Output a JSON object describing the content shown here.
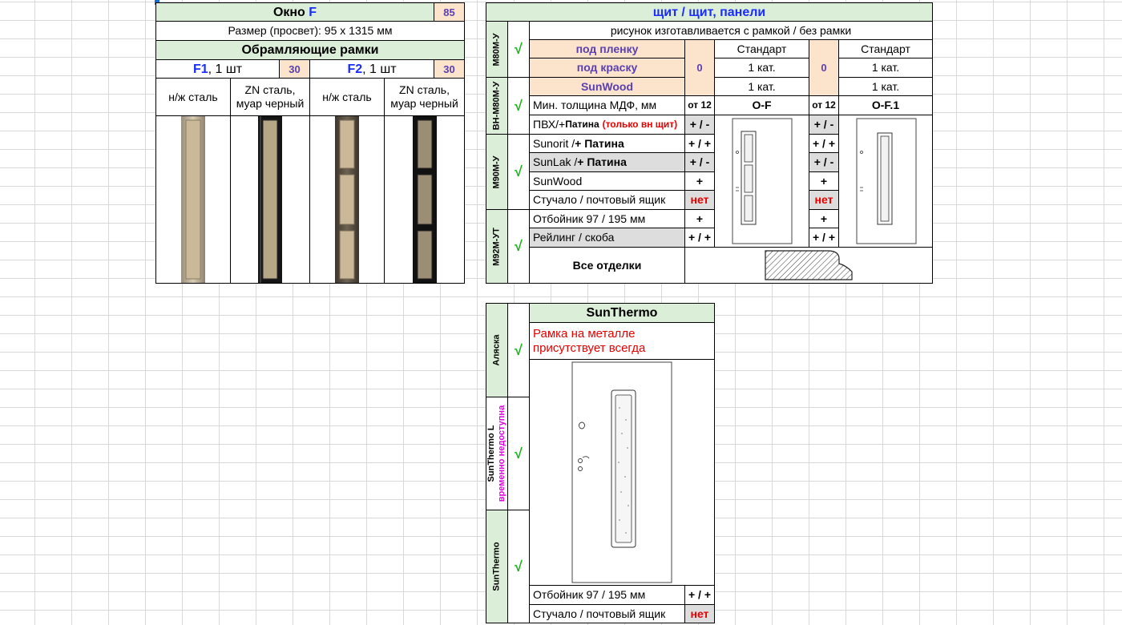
{
  "window_block": {
    "title_prefix": "Окно",
    "title_letter": "F",
    "code": "85",
    "size_label": "Размер (просвет): 95 х 1315 мм",
    "frames_title": "Обрамляющие рамки",
    "f1": {
      "name": "F1",
      "qty": ", 1 шт",
      "code": "30"
    },
    "f2": {
      "name": "F2",
      "qty": ", 1 шт",
      "code": "30"
    },
    "materials": [
      "н/ж сталь",
      "ZN сталь, муар черный",
      "н/ж сталь",
      "ZN сталь, муар черный"
    ]
  },
  "panels_block": {
    "title": "щит / щит,  панели",
    "subtitle": "рисунок изготавливается с рамкой / без рамки",
    "models": [
      "М80М-У",
      "ВН-М80М-У",
      "М90М-У",
      "М92М-УТ"
    ],
    "rows": [
      "под пленку",
      "под краску",
      "SunWood",
      "Мин. толщина МДФ, мм",
      "ПВХ/+ Патина",
      "Sunorit / + Патина",
      "SunLak / + Патина",
      "SunWood",
      "Стучало / почтовый ящик",
      "Отбойник 97 / 195 мм",
      "Рейлинг / скоба"
    ],
    "pvh_prefix": "ПВХ/+ ",
    "pvh_patina": "Патина",
    "pvh_note": "(только вн щит)",
    "sunorit_prefix": "Sunorit / ",
    "sunorit_bold": "+ Патина",
    "sunlak_prefix": "SunLak / ",
    "sunlak_bold": "+ Патина",
    "col_a": {
      "zero": "0",
      "head": [
        "Стандарт",
        "1 кат.",
        "1 кат."
      ],
      "min": "от 12",
      "name": "O-F",
      "vals": [
        "+ / -",
        "+ / +",
        "+ / -",
        "+",
        "нет",
        "+",
        "+ / +"
      ]
    },
    "col_b": {
      "zero": "0",
      "head": [
        "Стандарт",
        "1 кат.",
        "1 кат."
      ],
      "min": "от 12",
      "name": "O-F.1",
      "vals": [
        "+ / -",
        "+ / +",
        "+ / -",
        "+",
        "нет",
        "+",
        "+ / +"
      ]
    },
    "all_finishes": "Все отделки"
  },
  "sunthermo_block": {
    "title": "SunThermo",
    "note": "Рамка на металле присутствует всегда",
    "side": [
      "Аляска",
      "SunThermo L",
      "временно недоступна",
      "SunThermo"
    ],
    "rows": [
      "Отбойник 97 / 195 мм",
      "Стучало / почтовый ящик"
    ],
    "vals": [
      "+ / +",
      "нет"
    ]
  },
  "check_mark": "√"
}
